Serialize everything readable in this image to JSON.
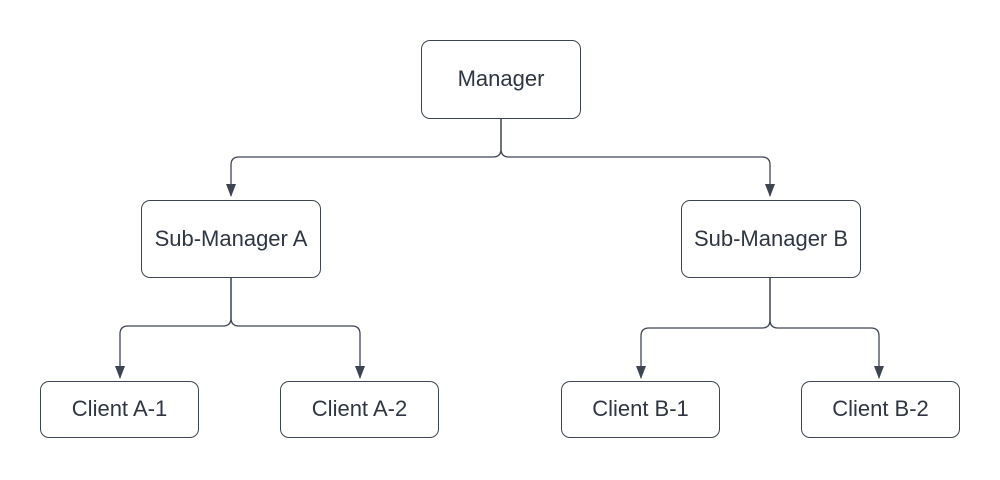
{
  "diagram": {
    "type": "org-hierarchy",
    "colors": {
      "background": "#ffffff",
      "node_fill": "#ffffff",
      "node_border": "#3e4552",
      "text": "#2f3642",
      "connector": "#3e4552"
    },
    "nodes": {
      "manager": {
        "label": "Manager",
        "level": 1
      },
      "sub_manager_a": {
        "label": "Sub-Manager A",
        "level": 2
      },
      "sub_manager_b": {
        "label": "Sub-Manager B",
        "level": 2
      },
      "client_a1": {
        "label": "Client A-1",
        "level": 3
      },
      "client_a2": {
        "label": "Client A-2",
        "level": 3
      },
      "client_b1": {
        "label": "Client B-1",
        "level": 3
      },
      "client_b2": {
        "label": "Client B-2",
        "level": 3
      }
    },
    "edges": [
      {
        "from": "manager",
        "to": "sub_manager_a",
        "arrow": "triangle-down"
      },
      {
        "from": "manager",
        "to": "sub_manager_b",
        "arrow": "triangle-down"
      },
      {
        "from": "sub_manager_a",
        "to": "client_a1",
        "arrow": "triangle-down"
      },
      {
        "from": "sub_manager_a",
        "to": "client_a2",
        "arrow": "triangle-down"
      },
      {
        "from": "sub_manager_b",
        "to": "client_b1",
        "arrow": "triangle-down"
      },
      {
        "from": "sub_manager_b",
        "to": "client_b2",
        "arrow": "triangle-down"
      }
    ]
  }
}
